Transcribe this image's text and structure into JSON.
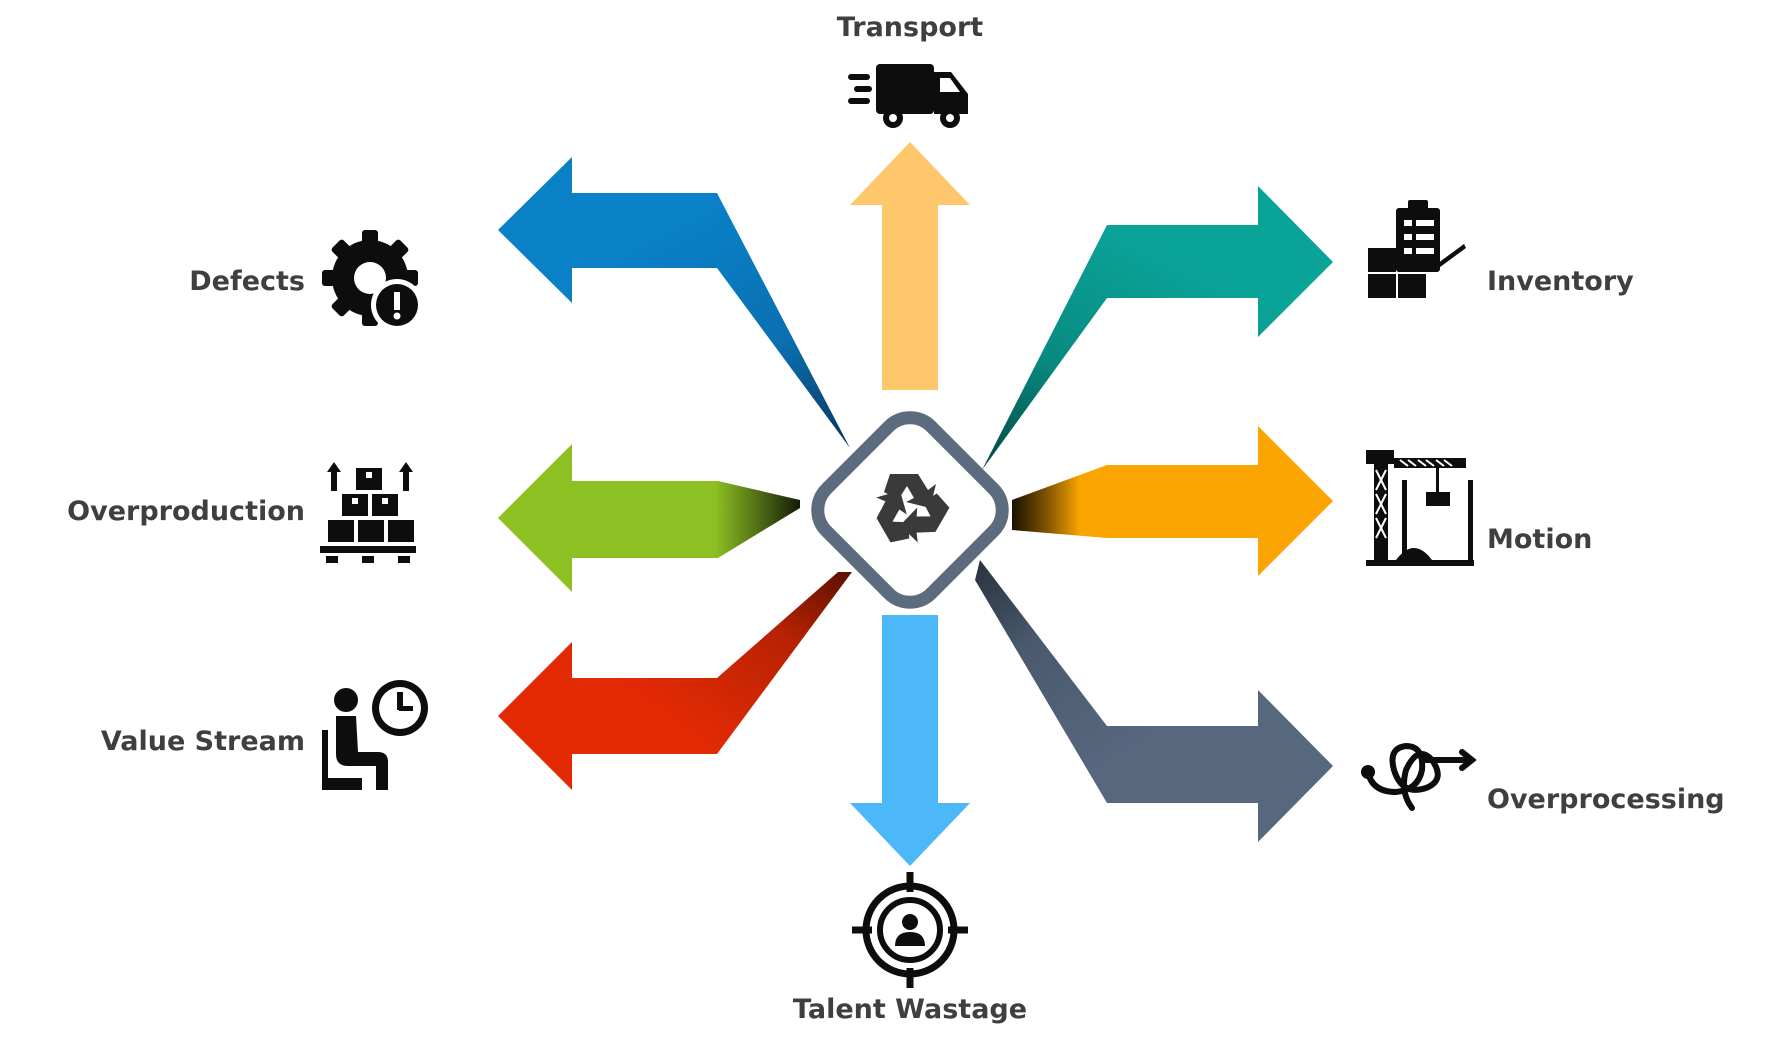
{
  "center": {
    "icon": "recycle-icon"
  },
  "items": [
    {
      "key": "transport",
      "label": "Transport",
      "icon": "truck-icon",
      "color": "#FEC76B"
    },
    {
      "key": "inventory",
      "label": "Inventory",
      "icon": "inventory-icon",
      "color": "#0AA398"
    },
    {
      "key": "motion",
      "label": "Motion",
      "icon": "crane-icon",
      "color": "#F9A400"
    },
    {
      "key": "overprocessing",
      "label": "Overprocessing",
      "icon": "tangled-arrow-icon",
      "color": "#56677E"
    },
    {
      "key": "talent_wastage",
      "label": "Talent Wastage",
      "icon": "target-person-icon",
      "color": "#4CB8F8"
    },
    {
      "key": "value_stream",
      "label": "Value Stream",
      "icon": "waiting-person-clock-icon",
      "color": "#E42A04"
    },
    {
      "key": "overproduction",
      "label": "Overproduction",
      "icon": "boxes-pallet-icon",
      "color": "#8CC023"
    },
    {
      "key": "defects",
      "label": "Defects",
      "icon": "gear-warning-icon",
      "color": "#0A80C7"
    }
  ]
}
